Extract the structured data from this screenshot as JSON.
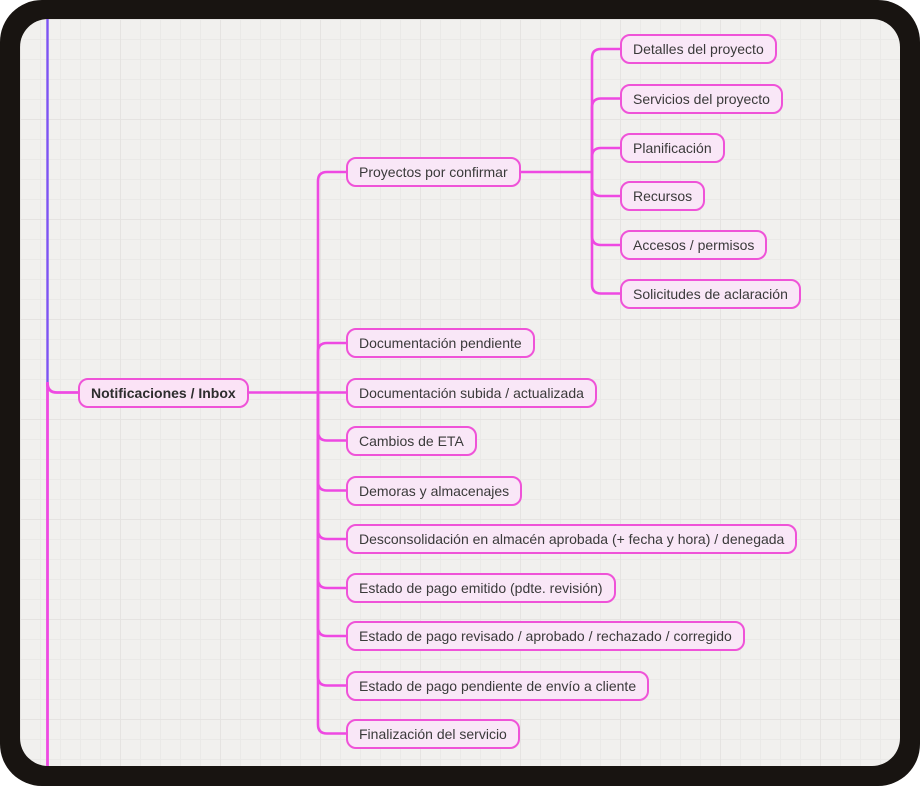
{
  "window": {
    "frame_color": "#181411",
    "canvas_background": "#f1f0ee"
  },
  "mindmap": {
    "root": {
      "label": "Notificaciones / Inbox"
    },
    "branches": [
      {
        "label": "Proyectos por confirmar",
        "children": [
          {
            "label": "Detalles del proyecto"
          },
          {
            "label": "Servicios del proyecto"
          },
          {
            "label": "Planificación"
          },
          {
            "label": "Recursos"
          },
          {
            "label": "Accesos / permisos"
          },
          {
            "label": "Solicitudes de aclaración"
          }
        ]
      },
      {
        "label": "Documentación pendiente"
      },
      {
        "label": "Documentación subida / actualizada"
      },
      {
        "label": "Cambios de ETA"
      },
      {
        "label": "Demoras y almacenajes"
      },
      {
        "label": "Desconsolidación en almacén aprobada (+ fecha y hora) / denegada"
      },
      {
        "label": "Estado de pago emitido (pdte. revisión)"
      },
      {
        "label": "Estado de pago revisado / aprobado / rechazado / corregido"
      },
      {
        "label": "Estado de pago pendiente de envío a cliente"
      },
      {
        "label": "Finalización del servicio"
      }
    ],
    "colors": {
      "node_border": "#ef53d8",
      "node_fill": "#f9e7f7",
      "connector": "#ee49e2",
      "upstream_branch_line": "#7d53f2",
      "text": "#3a3a3a"
    }
  }
}
